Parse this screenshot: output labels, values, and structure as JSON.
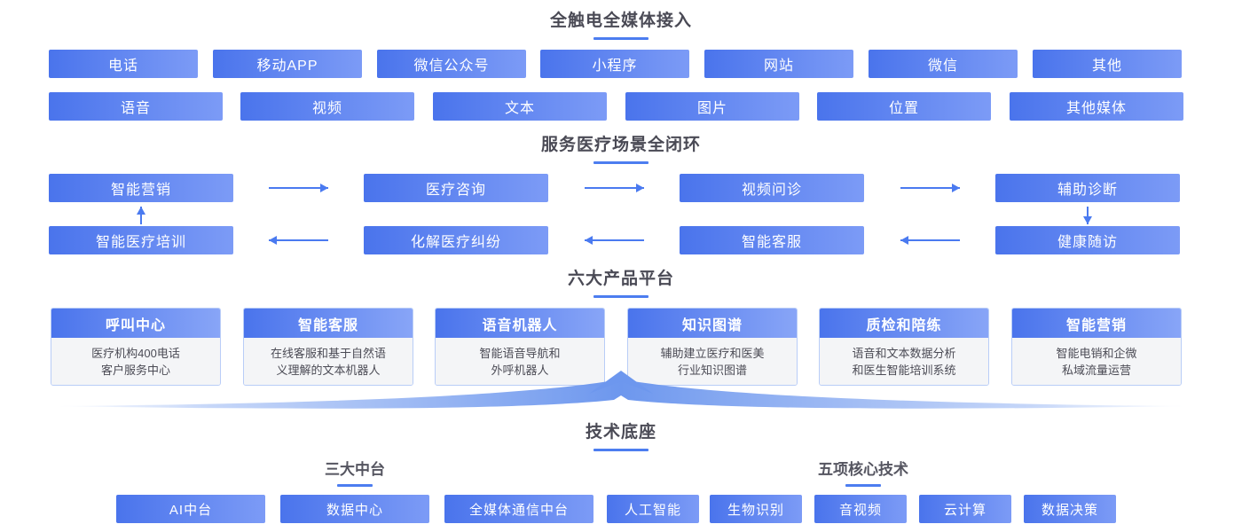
{
  "sections": {
    "access": {
      "title": "全触电全媒体接入",
      "channels": [
        "电话",
        "移动APP",
        "微信公众号",
        "小程序",
        "网站",
        "微信",
        "其他"
      ],
      "media": [
        "语音",
        "视频",
        "文本",
        "图片",
        "位置",
        "其他媒体"
      ]
    },
    "scenario": {
      "title": "服务医疗场景全闭环",
      "top_row": [
        "智能营销",
        "医疗咨询",
        "视频问诊",
        "辅助诊断"
      ],
      "bottom_row": [
        "智能医疗培训",
        "化解医疗纠纷",
        "智能客服",
        "健康随访"
      ],
      "flow_arrows": {
        "top_right_1": "arrow-right",
        "top_right_2": "arrow-right",
        "top_right_3": "arrow-right",
        "bottom_left_1": "arrow-left",
        "bottom_left_2": "arrow-left",
        "bottom_left_3": "arrow-left",
        "left_up": "arrow-up",
        "right_down": "arrow-down"
      }
    },
    "products": {
      "title": "六大产品平台",
      "cards": [
        {
          "name": "呼叫中心",
          "desc_line1": "医疗机构400电话",
          "desc_line2": "客户服务中心"
        },
        {
          "name": "智能客服",
          "desc_line1": "在线客服和基于自然语",
          "desc_line2": "义理解的文本机器人"
        },
        {
          "name": "语音机器人",
          "desc_line1": "智能语音导航和",
          "desc_line2": "外呼机器人"
        },
        {
          "name": "知识图谱",
          "desc_line1": "辅助建立医疗和医美",
          "desc_line2": "行业知识图谱"
        },
        {
          "name": "质检和陪练",
          "desc_line1": "语音和文本数据分析",
          "desc_line2": "和医生智能培训系统"
        },
        {
          "name": "智能营销",
          "desc_line1": "智能电销和企微",
          "desc_line2": "私域流量运营"
        }
      ]
    },
    "foundation": {
      "title": "技术底座",
      "groups": [
        {
          "label": "三大中台",
          "items": [
            "AI中台",
            "数据中心",
            "全媒体通信中台"
          ]
        },
        {
          "label": "五项核心技术",
          "items": [
            "人工智能",
            "生物识别",
            "音视频",
            "云计算",
            "数据决策"
          ]
        }
      ]
    }
  },
  "colors": {
    "accent": "#4c7df0",
    "chip_gradient_start": "#4a74ec",
    "chip_gradient_end": "#7c9bf6",
    "card_body_bg": "#f4f5f7",
    "card_border": "#b9cdf7",
    "title_text": "#4a4a55",
    "arrow": "#4a7af0",
    "funnel": "#7fa4f0"
  }
}
